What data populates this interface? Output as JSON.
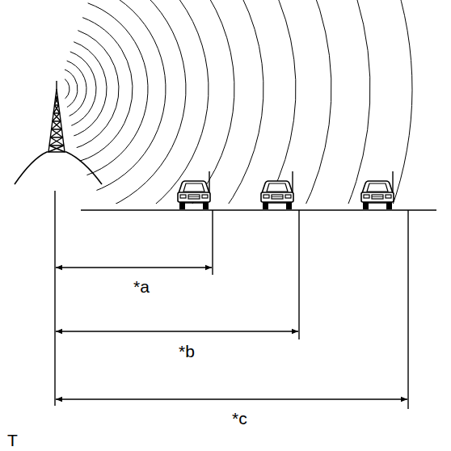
{
  "diagram": {
    "labels": [
      "*a",
      "*b",
      "*c",
      "T"
    ]
  }
}
